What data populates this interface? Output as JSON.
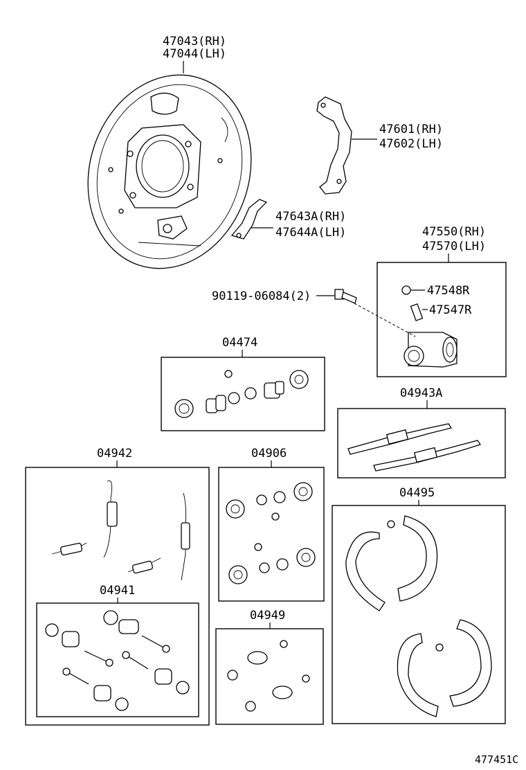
{
  "labels": {
    "backing_plate_rh": "47043(RH)",
    "backing_plate_lh": "47044(LH)",
    "lever_rh": "47601(RH)",
    "lever_lh": "47602(LH)",
    "strut_rh": "47643A(RH)",
    "strut_lh": "47644A(LH)",
    "cylinder_rh": "47550(RH)",
    "cylinder_lh": "47570(LH)",
    "cap": "47548R",
    "bleeder": "47547R",
    "bolt": "90119-06084(2)",
    "kit_04474": "04474",
    "kit_04943A": "04943A",
    "kit_04942": "04942",
    "kit_04906": "04906",
    "kit_04495": "04495",
    "kit_04941": "04941",
    "kit_04949": "04949",
    "diagram_id": "477451C"
  }
}
